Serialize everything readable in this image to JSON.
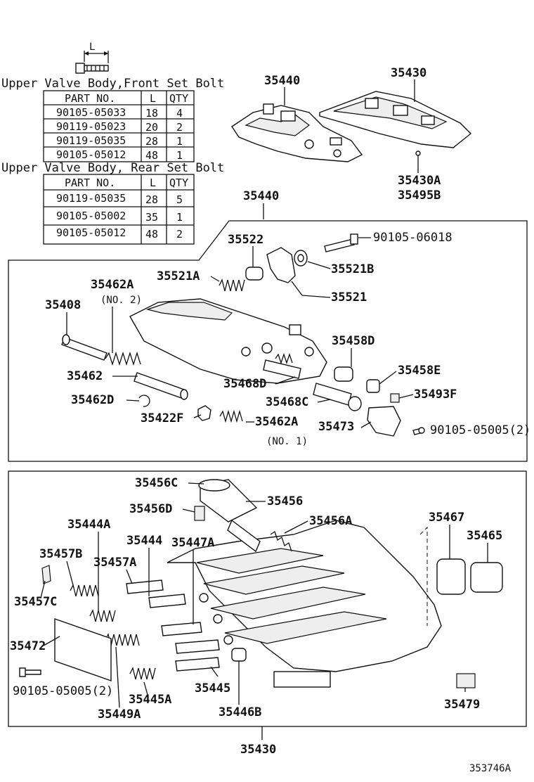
{
  "front_bolt_table": {
    "title": "Upper Valve Body,Front Set Bolt",
    "headers": [
      "PART NO.",
      "L",
      "QTY"
    ],
    "rows": [
      [
        "90105-05033",
        "18",
        "4"
      ],
      [
        "90119-05023",
        "20",
        "2"
      ],
      [
        "90119-05035",
        "28",
        "1"
      ],
      [
        "90105-05012",
        "48",
        "1"
      ]
    ]
  },
  "rear_bolt_table": {
    "title": "Upper Valve Body, Rear Set Bolt",
    "headers": [
      "PART NO.",
      "L",
      "QTY"
    ],
    "rows": [
      [
        "90119-05035",
        "28",
        "5"
      ],
      [
        "90105-05002",
        "35",
        "1"
      ],
      [
        "90105-05012",
        "48",
        "2"
      ]
    ]
  },
  "bolt_dim_label": "L",
  "top_labels": {
    "assy_upper": "35440",
    "assy_lower": "35430",
    "plug_a": "35430A",
    "plug_b": "35495B",
    "upper_group": "35440",
    "lower_group": "35430"
  },
  "upper_labels": {
    "p35522": "35522",
    "bolt": "90105-06018",
    "p35521A": "35521A",
    "p35521B": "35521B",
    "p35521": "35521",
    "p35462A": "35462A",
    "no2": "(NO. 2)",
    "p35408": "35408",
    "p35458D": "35458D",
    "p35462": "35462",
    "p35468D": "35468D",
    "p35458E": "35458E",
    "p35462D": "35462D",
    "p35468C": "35468C",
    "p35493F": "35493F",
    "p35422F": "35422F",
    "p35462A_2": "35462A",
    "p35473": "35473",
    "screw": "90105-05005(2)",
    "no1": "(NO. 1)"
  },
  "lower_labels": {
    "p35456C": "35456C",
    "p35456": "35456",
    "p35456D": "35456D",
    "p35456A": "35456A",
    "p35467": "35467",
    "p35444A": "35444A",
    "p35465": "35465",
    "p35444": "35444",
    "p35447A": "35447A",
    "p35457B": "35457B",
    "p35457A": "35457A",
    "p35457C": "35457C",
    "p35472": "35472",
    "screw": "90105-05005(2)",
    "p35445": "35445",
    "p35445A": "35445A",
    "p35479": "35479",
    "p35446B": "35446B",
    "p35449A": "35449A"
  },
  "footer_code": "353746A"
}
